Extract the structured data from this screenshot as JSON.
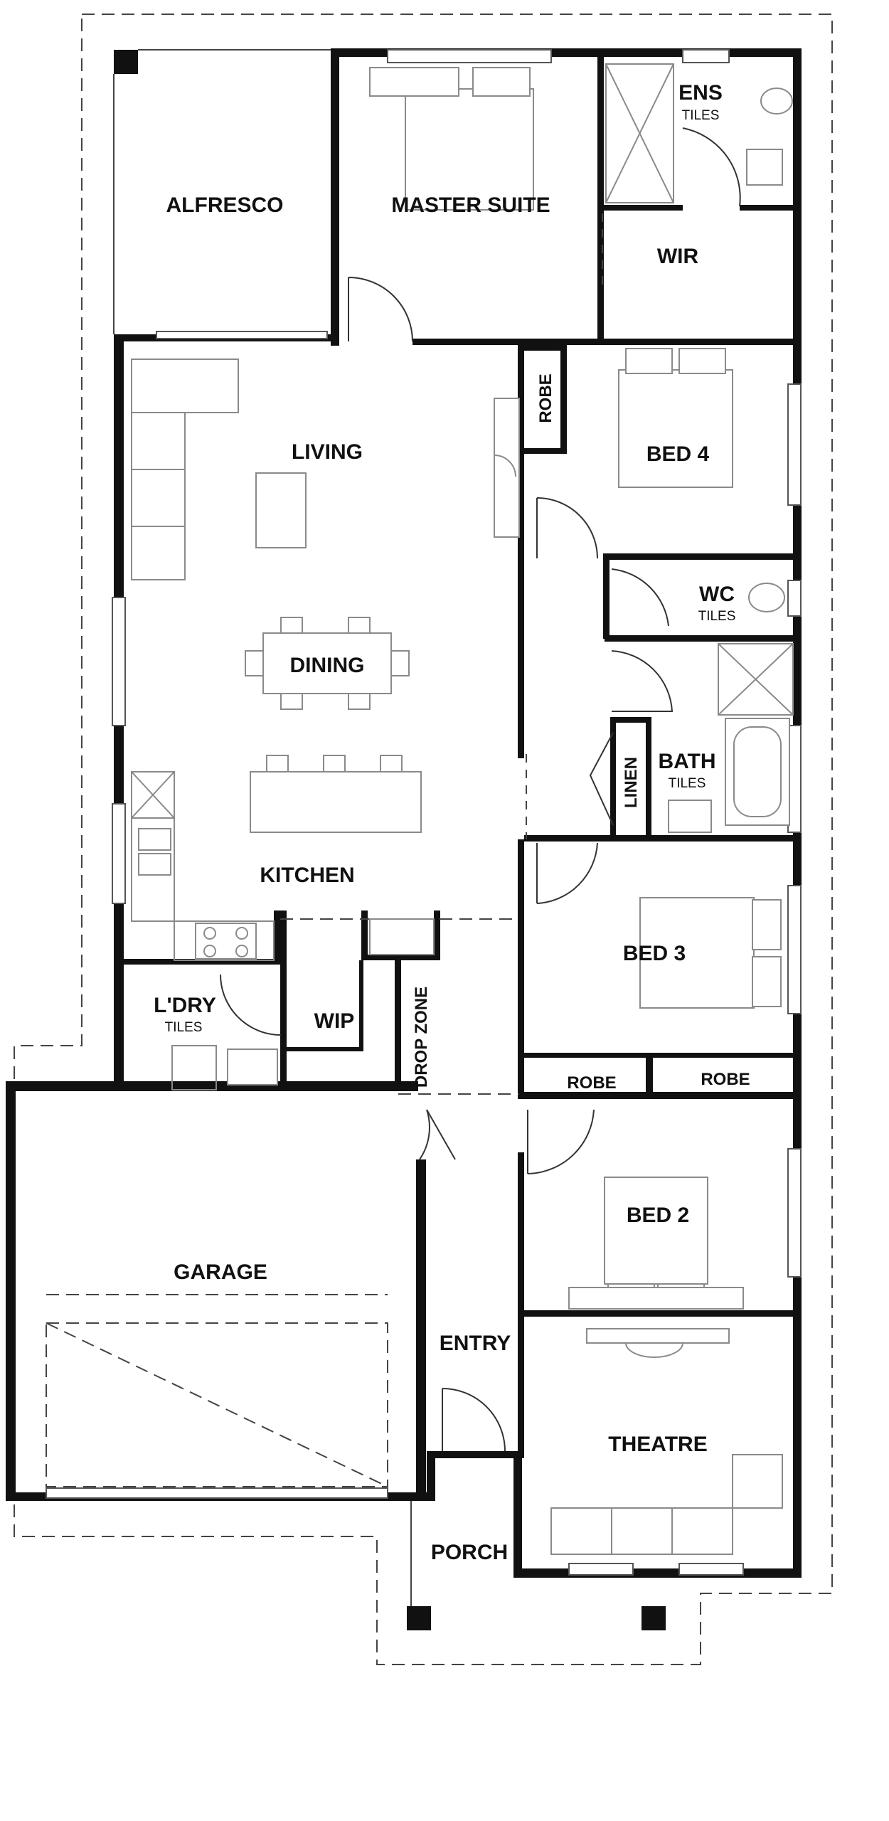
{
  "plan": {
    "rooms": {
      "alfresco": "ALFRESCO",
      "master_suite": "MASTER SUITE",
      "ens": "ENS",
      "wir": "WIR",
      "robe_vertical": "ROBE",
      "bed4": "BED 4",
      "living": "LIVING",
      "wc": "WC",
      "dining": "DINING",
      "bath": "BATH",
      "linen": "LINEN",
      "kitchen": "KITCHEN",
      "bed3": "BED 3",
      "laundry": "L'DRY",
      "wip": "WIP",
      "drop_zone": "DROP ZONE",
      "robe_left": "ROBE",
      "robe_right": "ROBE",
      "garage": "GARAGE",
      "bed2": "BED 2",
      "entry": "ENTRY",
      "theatre": "THEATRE",
      "porch": "PORCH"
    },
    "finishes": {
      "ens_tiles": "TILES",
      "wc_tiles": "TILES",
      "bath_tiles": "TILES",
      "laundry_tiles": "TILES"
    }
  }
}
